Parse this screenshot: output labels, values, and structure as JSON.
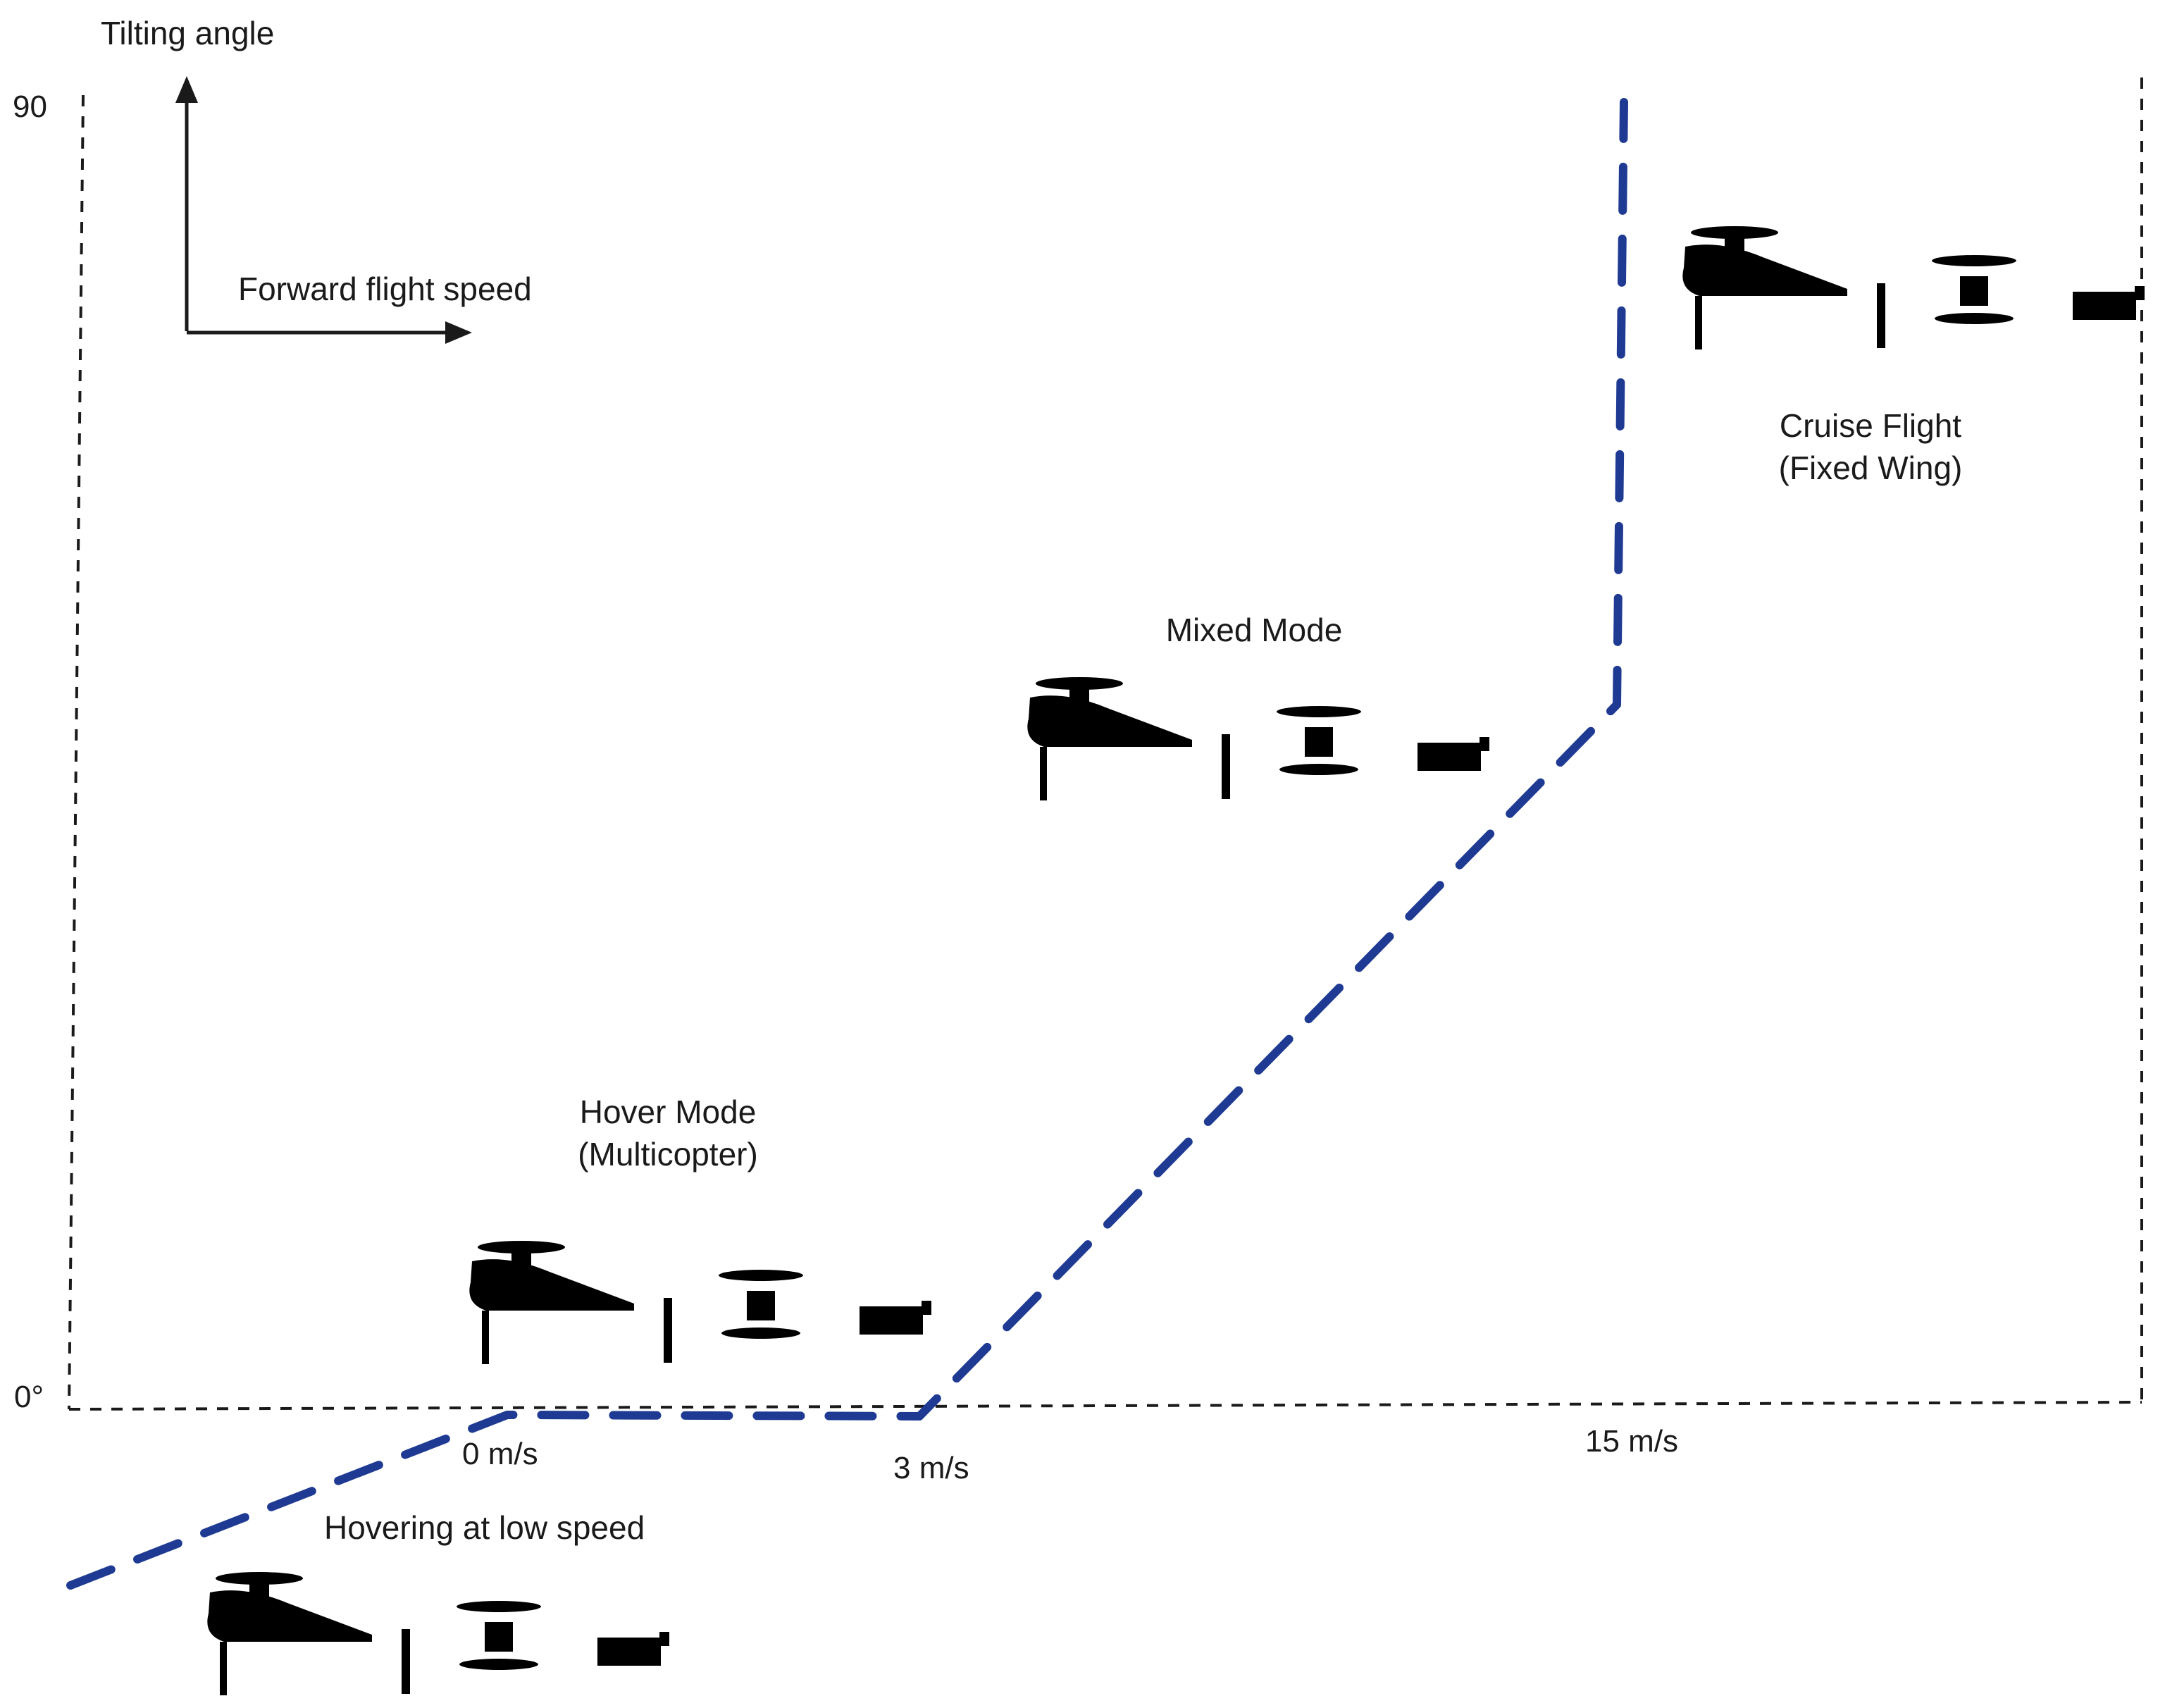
{
  "axes": {
    "y_label": "Tilting angle",
    "x_label": "Forward flight speed",
    "y_tick_top": "90",
    "y_tick_bottom": "0°",
    "x_ticks": [
      "0 m/s",
      "3 m/s",
      "15 m/s"
    ]
  },
  "modes": {
    "hover_line1": "Hover Mode",
    "hover_line2": "(Multicopter)",
    "mixed": "Mixed Mode",
    "cruise_line1": "Cruise Flight",
    "cruise_line2": "(Fixed Wing)",
    "low_speed": "Hovering at low speed"
  },
  "colors": {
    "transition_curve": "#1f3a93",
    "frame": "#1a1a1a"
  }
}
